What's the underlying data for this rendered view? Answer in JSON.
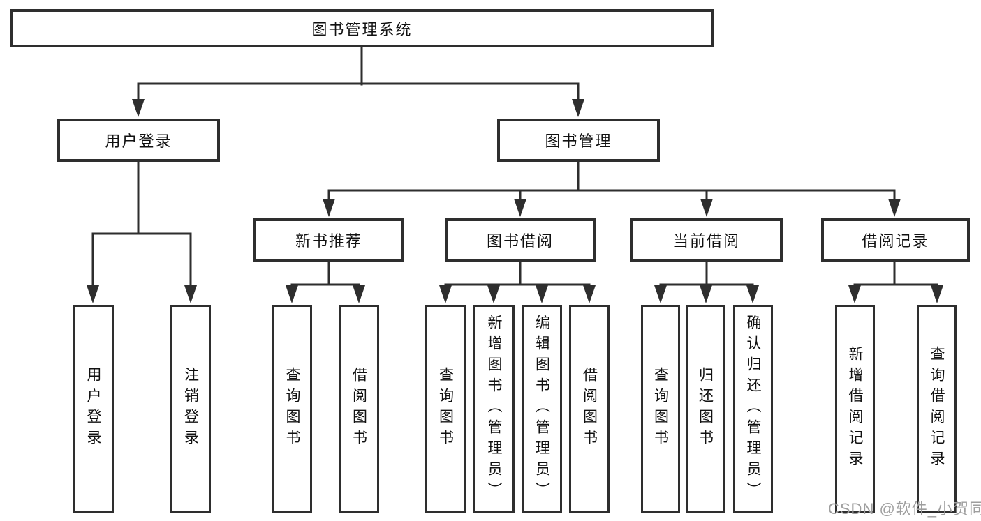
{
  "nodes": {
    "root": {
      "label": "图书管理系统"
    },
    "level2": [
      {
        "label": "用户登录"
      },
      {
        "label": "图书管理"
      }
    ],
    "level3": [
      {
        "label": "新书推荐",
        "parent": "图书管理"
      },
      {
        "label": "图书借阅",
        "parent": "图书管理"
      },
      {
        "label": "当前借阅",
        "parent": "图书管理"
      },
      {
        "label": "借阅记录",
        "parent": "图书管理"
      }
    ],
    "leaves": [
      {
        "label": "用户登录",
        "parent": "用户登录"
      },
      {
        "label": "注销登录",
        "parent": "用户登录"
      },
      {
        "label": "查询图书",
        "parent": "新书推荐"
      },
      {
        "label": "借阅图书",
        "parent": "新书推荐"
      },
      {
        "label": "查询图书",
        "parent": "图书借阅"
      },
      {
        "label": "新增图书（管理员）",
        "parent": "图书借阅"
      },
      {
        "label": "编辑图书（管理员）",
        "parent": "图书借阅"
      },
      {
        "label": "借阅图书",
        "parent": "图书借阅"
      },
      {
        "label": "查询图书",
        "parent": "当前借阅"
      },
      {
        "label": "归还图书",
        "parent": "当前借阅"
      },
      {
        "label": "确认归还（管理员）",
        "parent": "当前借阅"
      },
      {
        "label": "新增借阅记录",
        "parent": "借阅记录"
      },
      {
        "label": "查询借阅记录",
        "parent": "借阅记录"
      }
    ]
  },
  "watermark": {
    "text": "CSDN @软件_小贺同学"
  },
  "colors": {
    "line": "#2e2e2e",
    "border": "#2e2e2e",
    "box_bg": "#ffffff",
    "text": "#111111",
    "watermark": "#9e9e9e",
    "page_bg": "#ffffff"
  }
}
